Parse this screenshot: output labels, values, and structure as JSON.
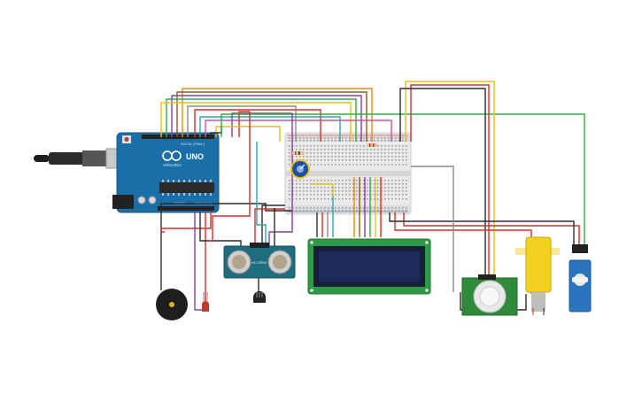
{
  "board": {
    "brand": "UNO",
    "maker": "ARDUINO",
    "header_digital": "DIGITAL (PWM~)",
    "header_power": "POWER",
    "header_analog": "ANALOG IN"
  },
  "ultrasonic": {
    "label": "HC-SR04"
  },
  "colors": {
    "arduino": "#1b6fa8",
    "breadboard": "#e6e6e6",
    "lcd_board": "#2f9a45",
    "lcd_screen": "#1c2b5a",
    "sensor_pcb": "#1f6e80",
    "pir_pcb": "#2f8a3c",
    "motor": "#f3d21f",
    "servo": "#2a74c0",
    "wire_red": "#d0312d",
    "wire_black": "#2b2b2b",
    "wire_orange": "#e08a1a",
    "wire_green": "#3aa84a",
    "wire_purple": "#8a3fa8",
    "wire_yellow": "#e3c21b",
    "wire_gray": "#8c8c8c",
    "wire_teal": "#2aa8b0",
    "wire_pink": "#d4539e",
    "wire_brown": "#8a5a2b"
  }
}
